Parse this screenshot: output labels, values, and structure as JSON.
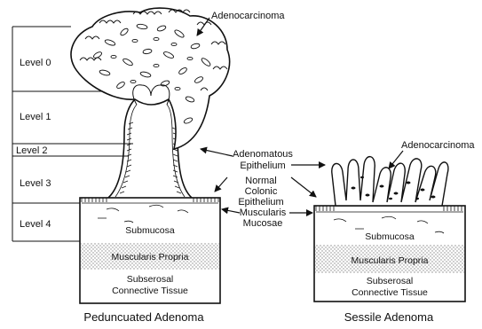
{
  "levels": [
    "Level 0",
    "Level 1",
    "Level 2",
    "Level 3",
    "Level 4"
  ],
  "annotations": {
    "adenocarcinoma_top": "Adenocarcinoma",
    "adenocarcinoma_sessile": "Adenocarcinoma",
    "adenomatous_epithelium": [
      "Adenomatous",
      "Epithelium"
    ],
    "normal_colonic_epithelium": [
      "Normal",
      "Colonic",
      "Epithelium"
    ],
    "muscularis_mucosae": [
      "Muscularis",
      "Mucosae"
    ]
  },
  "tissue_layers": {
    "submucosa": "Submucosa",
    "muscularis_propria": "Muscularis Propria",
    "subserosal": [
      "Subserosal",
      "Connective Tissue"
    ]
  },
  "captions": {
    "pedunculated": "Peduncuated Adenoma",
    "sessile": "Sessile Adenoma"
  },
  "colors": {
    "ink": "#111111",
    "paper": "#ffffff",
    "stipple": "#bdbdbd"
  }
}
